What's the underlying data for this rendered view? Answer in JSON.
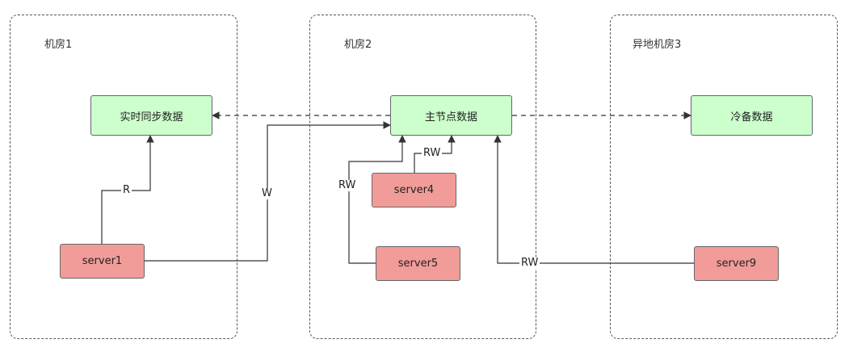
{
  "zones": {
    "room1": "机房1",
    "room2": "机房2",
    "room3": "异地机房3"
  },
  "nodes": {
    "sync_data": "实时同步数据",
    "master_data": "主节点数据",
    "cold_backup": "冷备数据",
    "server1": "server1",
    "server4": "server4",
    "server5": "server5",
    "server9": "server9"
  },
  "edge_labels": {
    "server1_read": "R",
    "server1_write": "W",
    "server4_rw": "RW",
    "server5_rw": "RW",
    "server9_rw": "RW"
  },
  "colors": {
    "data_node": "#ccffcc",
    "server_node": "#f19c99",
    "line": "#333333"
  }
}
